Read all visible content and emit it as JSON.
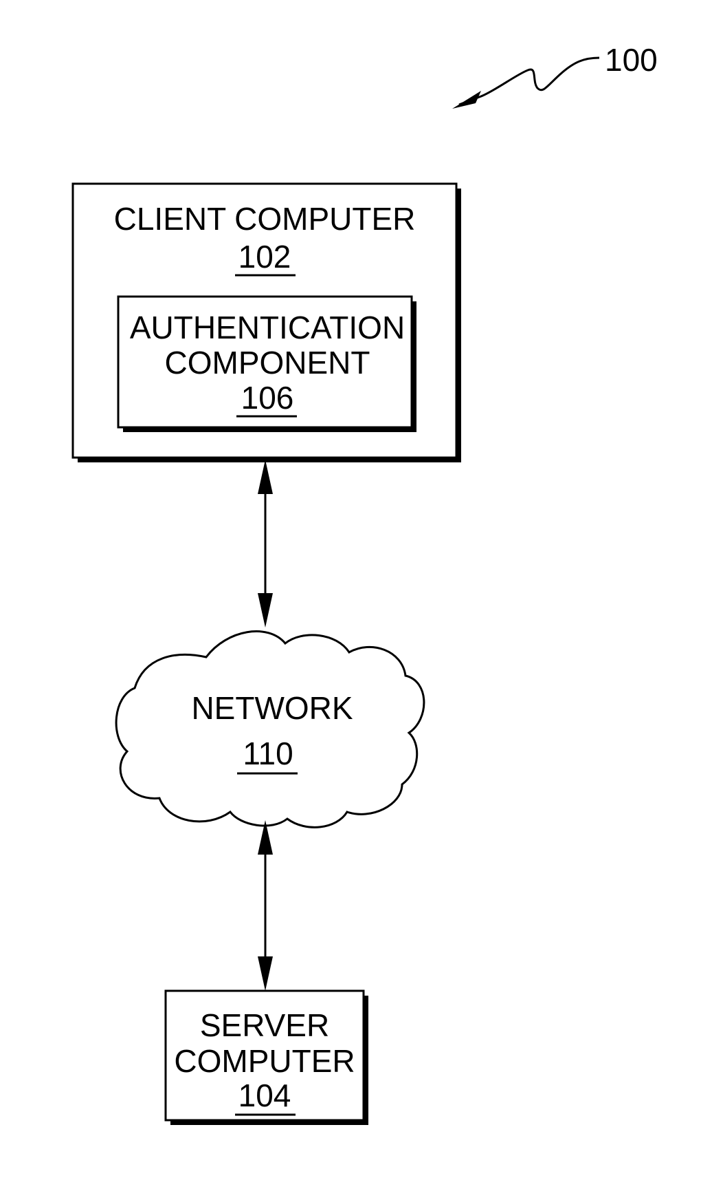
{
  "figure": {
    "ref": "100"
  },
  "client_computer": {
    "label": "CLIENT COMPUTER",
    "ref": "102"
  },
  "authentication_component": {
    "label_line1": "AUTHENTICATION",
    "label_line2": "COMPONENT",
    "ref": "106"
  },
  "network": {
    "label": "NETWORK",
    "ref": "110"
  },
  "server_computer": {
    "label_line1": "SERVER",
    "label_line2": "COMPUTER",
    "ref": "104"
  }
}
